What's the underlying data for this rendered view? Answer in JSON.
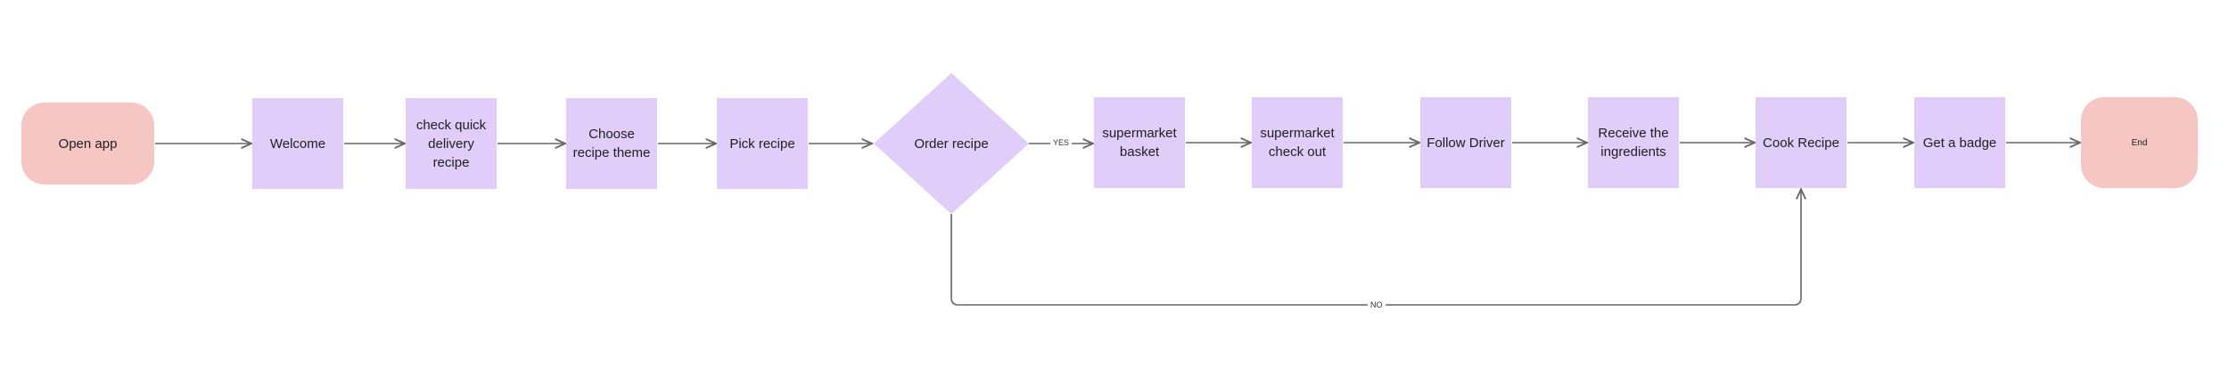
{
  "nodes": {
    "open_app": "Open app",
    "welcome": "Welcome",
    "check_quick": "check quick delivery recipe",
    "choose_theme": "Choose recipe theme",
    "pick_recipe": "Pick recipe",
    "order_recipe": "Order recipe",
    "supermarket_basket": "supermarket basket",
    "supermarket_checkout": "supermarket check out",
    "follow_driver": "Follow Driver",
    "receive_ingredients": "Receive the ingredients",
    "cook_recipe": "Cook Recipe",
    "get_badge": "Get a badge",
    "end": "End"
  },
  "edges": {
    "yes_label": "YES",
    "no_label": "NO"
  },
  "colors": {
    "terminal": "#f5c6c2",
    "process": "#e0cdfa",
    "arrow": "#666666"
  }
}
